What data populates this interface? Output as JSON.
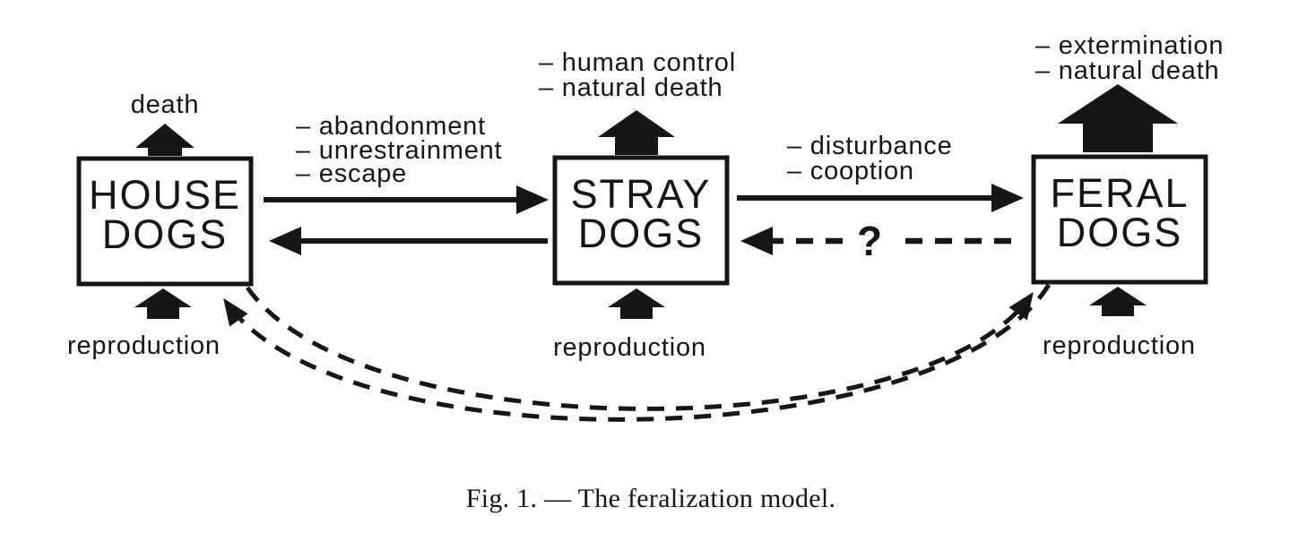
{
  "figure": {
    "caption": "Fig. 1. — The feralization model.",
    "colors": {
      "ink": "#161616",
      "paper": "#ffffff"
    }
  },
  "nodes": [
    {
      "id": "house-dogs",
      "line1": "HOUSE",
      "line2": "DOGS"
    },
    {
      "id": "stray-dogs",
      "line1": "STRAY",
      "line2": "DOGS"
    },
    {
      "id": "feral-dogs",
      "line1": "FERAL",
      "line2": "DOGS"
    }
  ],
  "outflows": {
    "house": [
      "death"
    ],
    "stray": [
      "– human control",
      "– natural death"
    ],
    "feral": [
      "– extermination",
      "– natural death"
    ]
  },
  "inflows": {
    "house": "reproduction",
    "stray": "reproduction",
    "feral": "reproduction"
  },
  "transitions": {
    "house_to_stray": [
      "– abandonment",
      "– unrestrainment",
      "– escape"
    ],
    "stray_to_feral": [
      "– disturbance",
      "– cooption"
    ],
    "feral_to_stray_label": "?"
  }
}
